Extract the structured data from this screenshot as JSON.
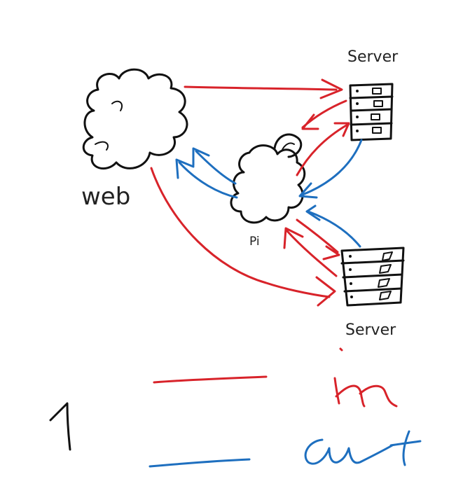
{
  "labels": {
    "top_server": "Server",
    "bottom_server": "Server",
    "web": "web",
    "pi": "Pi",
    "legend_number": "1",
    "legend_in": "in",
    "legend_out": "out"
  },
  "colors": {
    "in_arrow": "#d8232a",
    "out_arrow": "#1e6fbf",
    "ink": "#111111"
  },
  "icons": {
    "web": "cloud-icon",
    "pi": "raspberry-icon",
    "servers": "server-rack-icon"
  }
}
